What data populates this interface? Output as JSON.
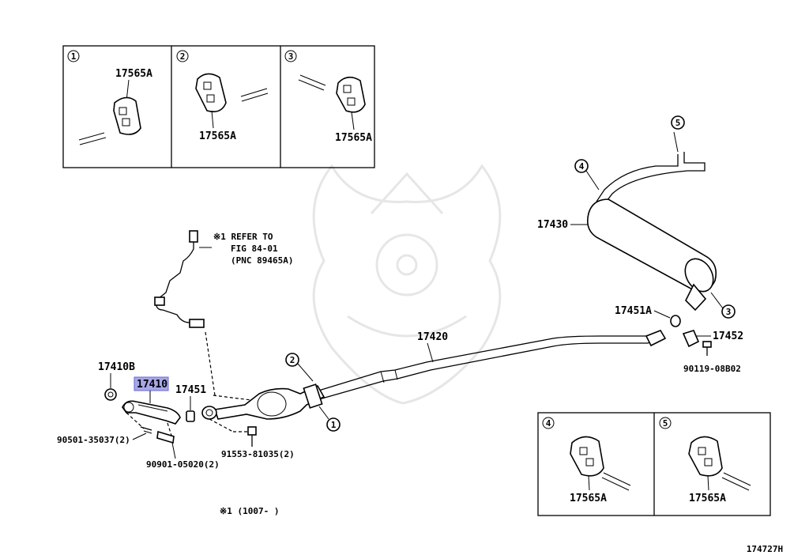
{
  "inset_boxes": {
    "top": [
      {
        "number": "1",
        "part": "17565A"
      },
      {
        "number": "2",
        "part": "17565A"
      },
      {
        "number": "3",
        "part": "17565A"
      }
    ],
    "bottom": [
      {
        "number": "4",
        "part": "17565A"
      },
      {
        "number": "5",
        "part": "17565A"
      }
    ]
  },
  "callouts": {
    "c1": "1",
    "c2": "2",
    "c3": "3",
    "c4": "4",
    "c5": "5"
  },
  "labels": {
    "p17430": "17430",
    "p17451A": "17451A",
    "p17452": "17452",
    "p90119": "90119-08B02",
    "p17420": "17420",
    "p17410B": "17410B",
    "p17410": "17410",
    "p17451": "17451",
    "p90501": "90501-35037(2)",
    "p90901": "90901-05020(2)",
    "p91553": "91553-81035(2)"
  },
  "refer_note": {
    "line1": "※1 REFER TO",
    "line2": "FIG 84-01",
    "line3": "(PNC 89465A)"
  },
  "footnote": "※1 (1007-    )",
  "figure_id": "174727H",
  "colors": {
    "highlight": "#a7a7e8",
    "line": "#000000"
  }
}
